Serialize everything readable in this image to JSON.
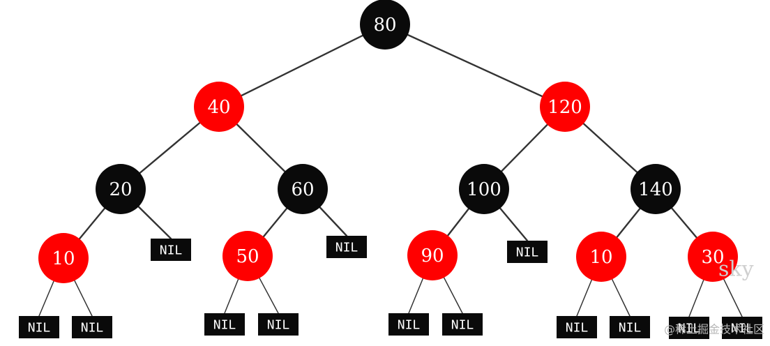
{
  "colors": {
    "red": "#ff0000",
    "black": "#0a0a0a",
    "edge": "#333333",
    "text": "#ffffff"
  },
  "diagram": {
    "nodes": [
      {
        "id": "n80",
        "label": "80",
        "color": "black"
      },
      {
        "id": "n40",
        "label": "40",
        "color": "red"
      },
      {
        "id": "n120",
        "label": "120",
        "color": "red"
      },
      {
        "id": "n20",
        "label": "20",
        "color": "black"
      },
      {
        "id": "n60",
        "label": "60",
        "color": "black"
      },
      {
        "id": "n100",
        "label": "100",
        "color": "black"
      },
      {
        "id": "n140",
        "label": "140",
        "color": "black"
      },
      {
        "id": "n10a",
        "label": "10",
        "color": "red"
      },
      {
        "id": "n50",
        "label": "50",
        "color": "red"
      },
      {
        "id": "n90",
        "label": "90",
        "color": "red"
      },
      {
        "id": "n10b",
        "label": "10",
        "color": "red"
      },
      {
        "id": "n30",
        "label": "30",
        "color": "red"
      }
    ],
    "nil_label": "NIL",
    "edges": [
      [
        "n80",
        "n40"
      ],
      [
        "n80",
        "n120"
      ],
      [
        "n40",
        "n20"
      ],
      [
        "n40",
        "n60"
      ],
      [
        "n120",
        "n100"
      ],
      [
        "n120",
        "n140"
      ],
      [
        "n20",
        "n10a"
      ],
      [
        "n20",
        "nil3"
      ],
      [
        "n60",
        "n50"
      ],
      [
        "n60",
        "nil7"
      ],
      [
        "n100",
        "n90"
      ],
      [
        "n100",
        "nil11"
      ],
      [
        "n140",
        "n10b"
      ],
      [
        "n140",
        "n30"
      ],
      [
        "n10a",
        "nil1"
      ],
      [
        "n10a",
        "nil2"
      ],
      [
        "n50",
        "nil5"
      ],
      [
        "n50",
        "nil6"
      ],
      [
        "n90",
        "nil9"
      ],
      [
        "n90",
        "nil10"
      ],
      [
        "n10b",
        "nil12"
      ],
      [
        "n10b",
        "nil13"
      ],
      [
        "n30",
        "nil14"
      ],
      [
        "n30",
        "nil15"
      ]
    ]
  },
  "watermark": {
    "text": "sky",
    "site": "@稀土掘金技术社区"
  }
}
